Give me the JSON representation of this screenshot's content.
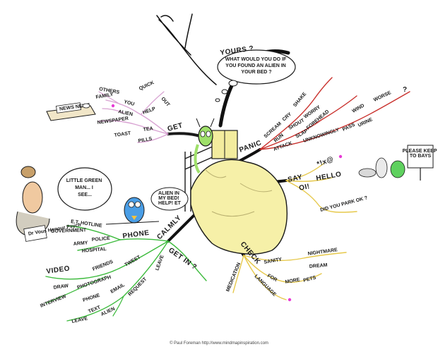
{
  "center": {
    "think": "WHAT WOULD YOU DO IF YOU FOUND AN ALIEN IN YOUR BED ?"
  },
  "branches": {
    "yours": {
      "label": "YOURS ?"
    },
    "get": {
      "label": "GET",
      "items": [
        "OTHERS",
        "QUICK",
        "FAMILY",
        "YOU",
        "OUT",
        "ALIEN",
        "HELP",
        "NEWSPAPER",
        "TEA",
        "TOAST",
        "PILLS"
      ],
      "newspaper_sign": "NEWS NEWS"
    },
    "panic": {
      "label": "PANIC",
      "items": [
        "SCREAM",
        "CRY",
        "SHAKE",
        "WORRY",
        "RUN",
        "SHOUT",
        "SLAP",
        "FOREHEAD",
        "ATTACK",
        "UNKNOWINGLY",
        "PASS",
        "WIND",
        "WORSE",
        "?",
        "URINE"
      ]
    },
    "say": {
      "label": "SAY",
      "items": [
        "*!x@",
        "HELLO",
        "OI!",
        "DID YOU PARK OK ?"
      ],
      "sign": "PLEASE KEEP TO BAYS"
    },
    "check": {
      "label": "CHECK",
      "items": [
        "SANITY",
        "NIGHTMARE",
        "DREAM",
        "FOR",
        "MORE",
        "PETS",
        "MEDICATION",
        "LANGUAGE"
      ]
    },
    "get_in": {
      "label": "GET IN ?"
    },
    "calmly": {
      "label": "CALMLY"
    },
    "phone": {
      "label": "PHONE",
      "items": [
        "E.T. HOTLINE",
        "GOVERNMENT",
        "POLICE",
        "ARMY",
        "HOSPITAL",
        "FRIENDS",
        "TWEET",
        "PHOTOGRAPH",
        "VIDEO",
        "DRAW",
        "INTERVIEW",
        "PHONE",
        "EMAIL",
        "TEXT"
      ]
    },
    "leave": {
      "items": [
        "LEAVE",
        "REQUEST",
        "ALIEN",
        "LEAVE"
      ]
    }
  },
  "speech": {
    "man": "LITTLE GREEN MAN... I SEE...",
    "bird": "ALIEN IN MY BED! HELP! ET",
    "board": "Dr Vous Honour Psych"
  },
  "footer": "© Paul Foreman http://www.mindmapinspiration.com"
}
